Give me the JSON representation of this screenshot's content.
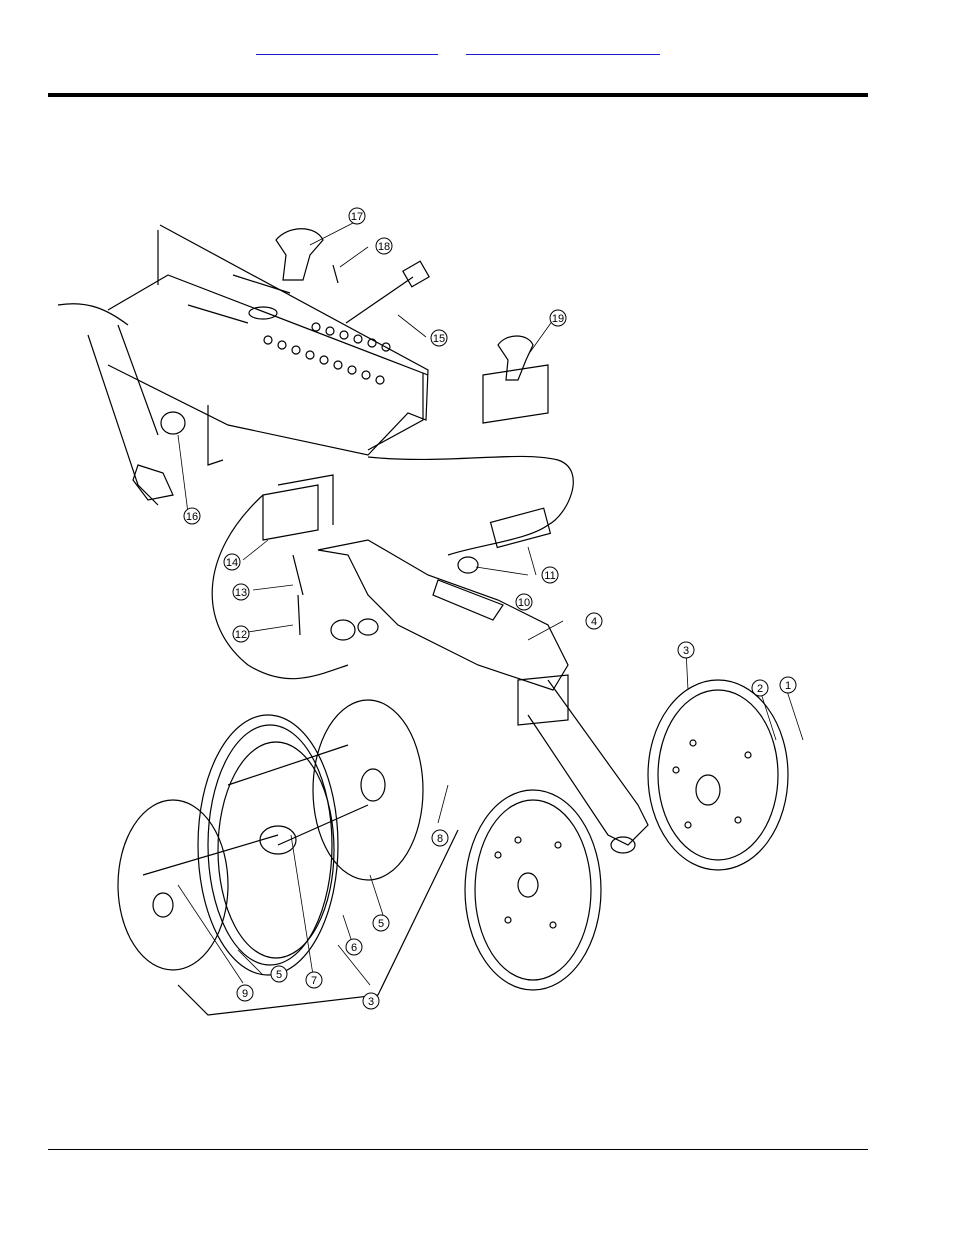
{
  "header": {
    "links": [
      {
        "label": ""
      },
      {
        "label": ""
      }
    ]
  },
  "diagram": {
    "callouts": [
      "1",
      "2",
      "3",
      "4",
      "5",
      "6",
      "7",
      "8",
      "9",
      "10",
      "11",
      "12",
      "13",
      "14",
      "15",
      "16",
      "17",
      "18",
      "19"
    ],
    "line_color": "#000000"
  }
}
